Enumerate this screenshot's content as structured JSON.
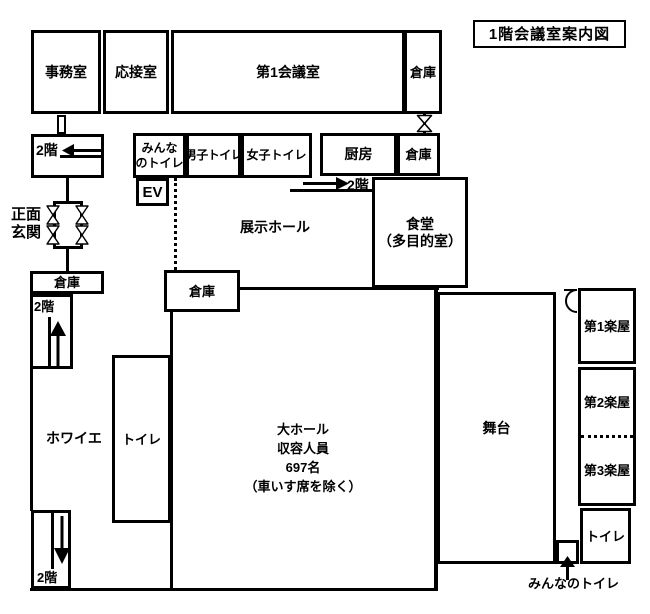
{
  "title": "1階会議室案内図",
  "colors": {
    "line": "#000000",
    "background": "#ffffff"
  },
  "rooms": {
    "office": "事務室",
    "reception": "応接室",
    "meeting1": "第1会議室",
    "storage_top": "倉庫",
    "everyone_toilet_nw": {
      "line1": "みんな",
      "line2": "のトイレ"
    },
    "mens_toilet": "男子トイレ",
    "womens_toilet": "女子トイレ",
    "ev": "EV",
    "kitchen": "厨房",
    "storage_kitchen": "倉庫",
    "dining": {
      "line1": "食堂",
      "line2": "（多目的室）"
    },
    "exhibition_hall": "展示ホール",
    "entrance": {
      "line1": "正面",
      "line2": "玄関"
    },
    "storage_west": "倉庫",
    "storage_hall": "倉庫",
    "foyer": "ホワイエ",
    "toilet_west": "トイレ",
    "main_hall": {
      "line1": "大ホール",
      "line2": "収容人員",
      "line3": "697名",
      "line4": "（車いす席を除く）"
    },
    "stage": "舞台",
    "dressing1": "第1楽屋",
    "dressing2": "第2楽屋",
    "dressing3": "第3楽屋",
    "toilet_se": "トイレ",
    "everyone_toilet_south": "みんなのトイレ"
  },
  "stairs": {
    "nw": "2階",
    "ne": "2階",
    "west": "2階",
    "sw": "2階"
  }
}
